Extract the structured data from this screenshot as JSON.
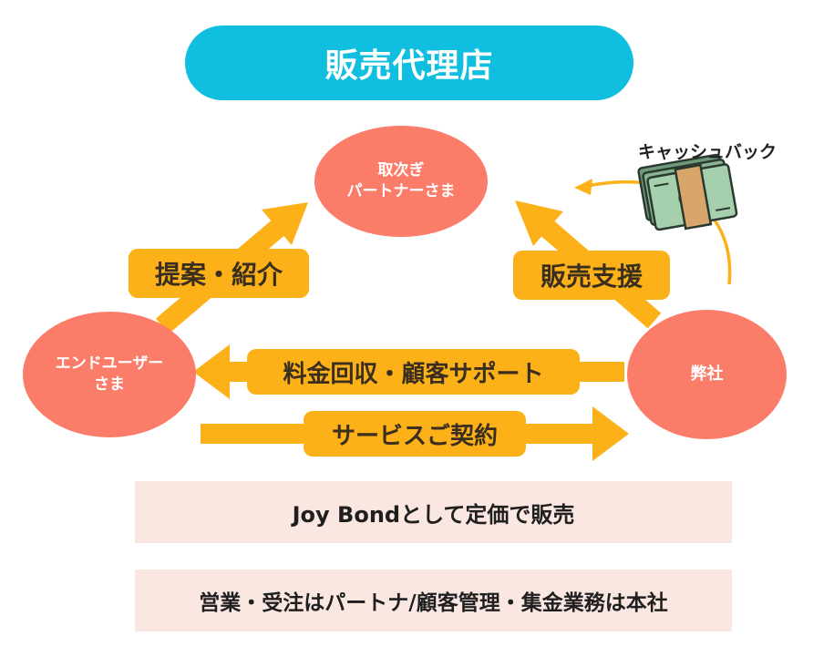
{
  "title": "販売代理店",
  "nodes": {
    "partner": {
      "lines": [
        "取次ぎ",
        "パートナーさま"
      ]
    },
    "end_user": {
      "lines": [
        "エンドユーザー",
        "さま"
      ]
    },
    "company": {
      "lines": [
        "弊社"
      ]
    }
  },
  "arrows": {
    "propose": "提案・紹介",
    "support": "販売支援",
    "collect": "料金回収・顧客サポート",
    "contract": "サービスご契約"
  },
  "cashback": {
    "label": "キャッシュバック",
    "icon": "money-bundle-icon"
  },
  "notes": [
    "Joy Bondとして定価で販売",
    "営業・受注はパートナ/顧客管理・集金業務は本社"
  ],
  "colors": {
    "title_bg": "#10bfe0",
    "node_bg": "#fb7c68",
    "arrow": "#fbb117",
    "info_bg": "#fbe7e2"
  }
}
